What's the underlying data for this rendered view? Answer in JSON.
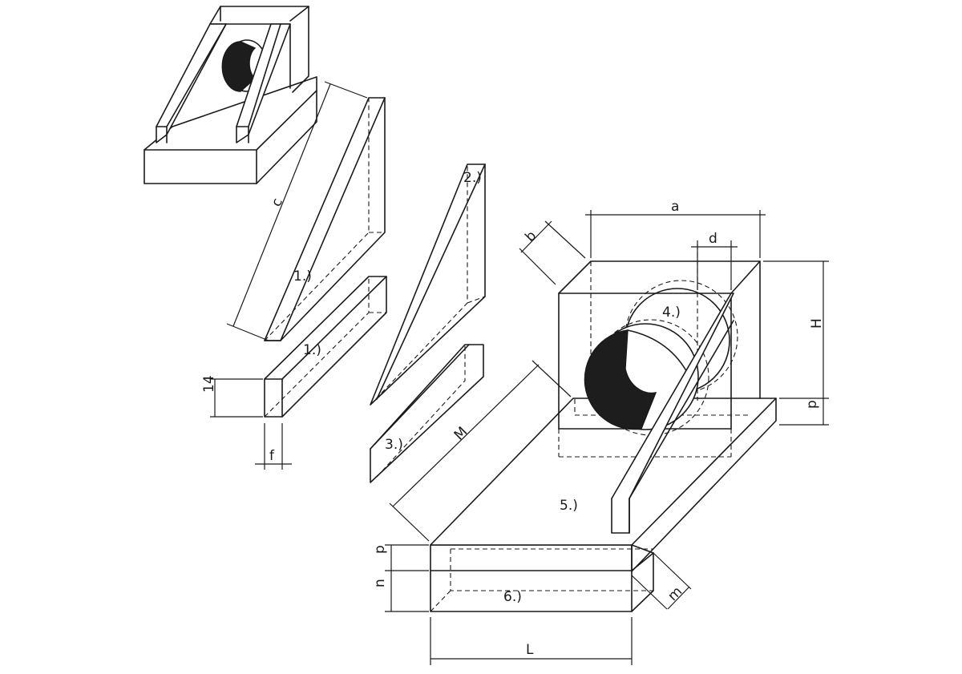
{
  "labels": {
    "part_1_upper": "1.)",
    "part_1_lower": "1.)",
    "part_2": "2.)",
    "part_3": "3.)",
    "part_4": "4.)",
    "part_5": "5.)",
    "part_6": "6.)"
  },
  "dimensions": {
    "c": "c",
    "f": "f",
    "height_14": "14",
    "M": "M",
    "a": "a",
    "b": "b",
    "d": "d",
    "H": "H",
    "p_right": "p",
    "p_left": "p",
    "n": "n",
    "m": "m",
    "L": "L"
  },
  "colors": {
    "line": "#1a1a1a",
    "background": "#ffffff",
    "pipe_shade": "#1d1d1d"
  }
}
